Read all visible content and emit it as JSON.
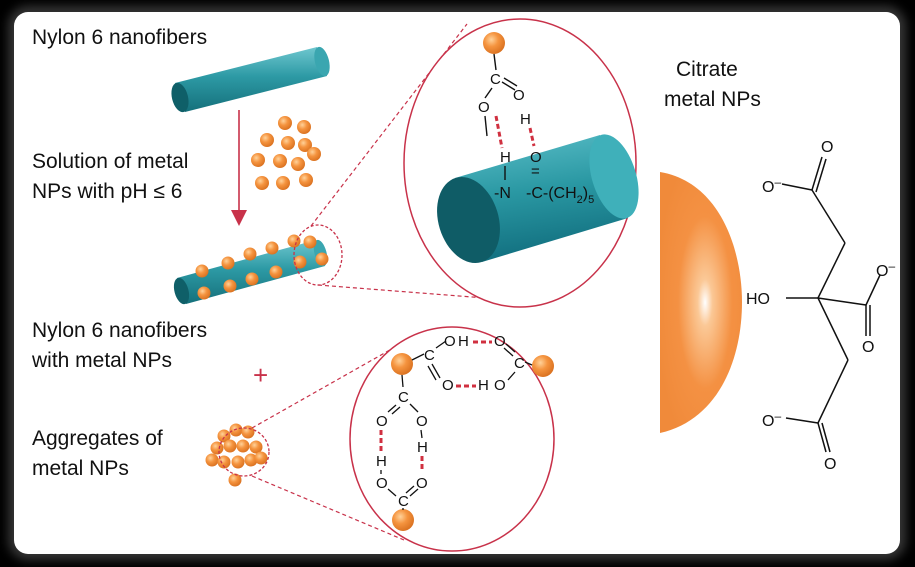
{
  "labels": {
    "nylon_nanofibers": "Nylon 6 nanofibers",
    "solution_line1": "Solution of metal",
    "solution_line2": "NPs with pH ≤ 6",
    "with_nps_line1": "Nylon 6 nanofibers",
    "with_nps_line2": "with metal NPs",
    "plus": "+",
    "aggregates_line1": "Aggregates of",
    "aggregates_line2": "metal NPs",
    "citrate_line1": "Citrate",
    "citrate_line2": "metal NPs"
  },
  "top_bubble": {
    "atom_c": "C",
    "atom_o_left": "O",
    "atom_o_right": "O",
    "atom_h_right": "H",
    "atom_h_nylon": "H",
    "atom_o_nylon": "O",
    "eq_sign": "=",
    "amide_n": "-N",
    "amide_c": "-C-(CH",
    "amide_sub": "2",
    "amide_close": ")",
    "amide_sub5": "5"
  },
  "bottom_bubble": {
    "c1": "C",
    "o1a": "O",
    "o1b": "O",
    "h1": "H",
    "c2": "C",
    "o2a": "O",
    "o2b": "O",
    "h2": "H",
    "c3": "C",
    "o3a": "O",
    "o3b": "O",
    "h3": "H",
    "c4": "C",
    "o4a": "O",
    "o4b": "O",
    "h4": "H"
  },
  "citrate": {
    "o_top": "O",
    "o_minus_top": "O",
    "minus": "–",
    "o_mid": "O",
    "o_minus_mid": "O",
    "o_bot": "O",
    "o_minus_bot": "O",
    "ho": "HO"
  },
  "colors": {
    "fiber_teal": "#1f8f9a",
    "np_orange": "#f08a3a",
    "link_red": "#c8324a",
    "bond_dash": "#d03040"
  }
}
